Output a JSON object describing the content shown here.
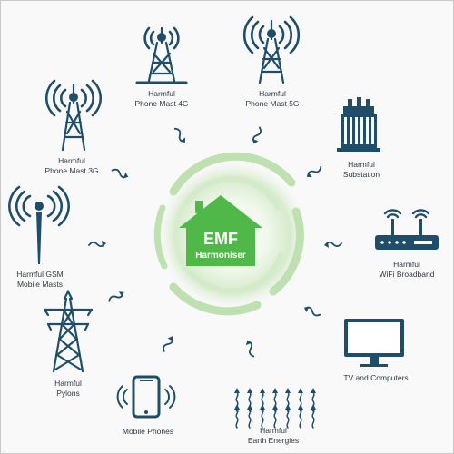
{
  "center": {
    "line1": "EMF",
    "line2": "Harmoniser"
  },
  "sources": [
    {
      "id": "phone-mast-4g",
      "label": "Harmful\nPhone Mast 4G",
      "icon": "cell-tower-icon"
    },
    {
      "id": "phone-mast-5g",
      "label": "Harmful\nPhone Mast 5G",
      "icon": "cell-tower-icon"
    },
    {
      "id": "phone-mast-3g",
      "label": "Harmful\nPhone Mast 3G",
      "icon": "cell-tower-icon"
    },
    {
      "id": "substation",
      "label": "Harmful\nSubstation",
      "icon": "transformer-icon"
    },
    {
      "id": "gsm-masts",
      "label": "Harmful GSM\nMobile Masts",
      "icon": "antenna-mast-icon"
    },
    {
      "id": "wifi",
      "label": "Harmful\nWiFi Broadband",
      "icon": "wifi-router-icon"
    },
    {
      "id": "pylons",
      "label": "Harmful\nPylons",
      "icon": "power-pylon-icon"
    },
    {
      "id": "tv",
      "label": "TV and Computers",
      "icon": "monitor-icon"
    },
    {
      "id": "mobile-phones",
      "label": "Mobile Phones",
      "icon": "mobile-phone-icon"
    },
    {
      "id": "earth-energies",
      "label": "Harmful\nEarth Energies",
      "icon": "earth-energy-icon"
    }
  ],
  "colors": {
    "icon": "#1f4e6b",
    "accent_green": "#4fb848",
    "swirl_green": "#cfe7c4",
    "caption": "#2f3a45"
  }
}
